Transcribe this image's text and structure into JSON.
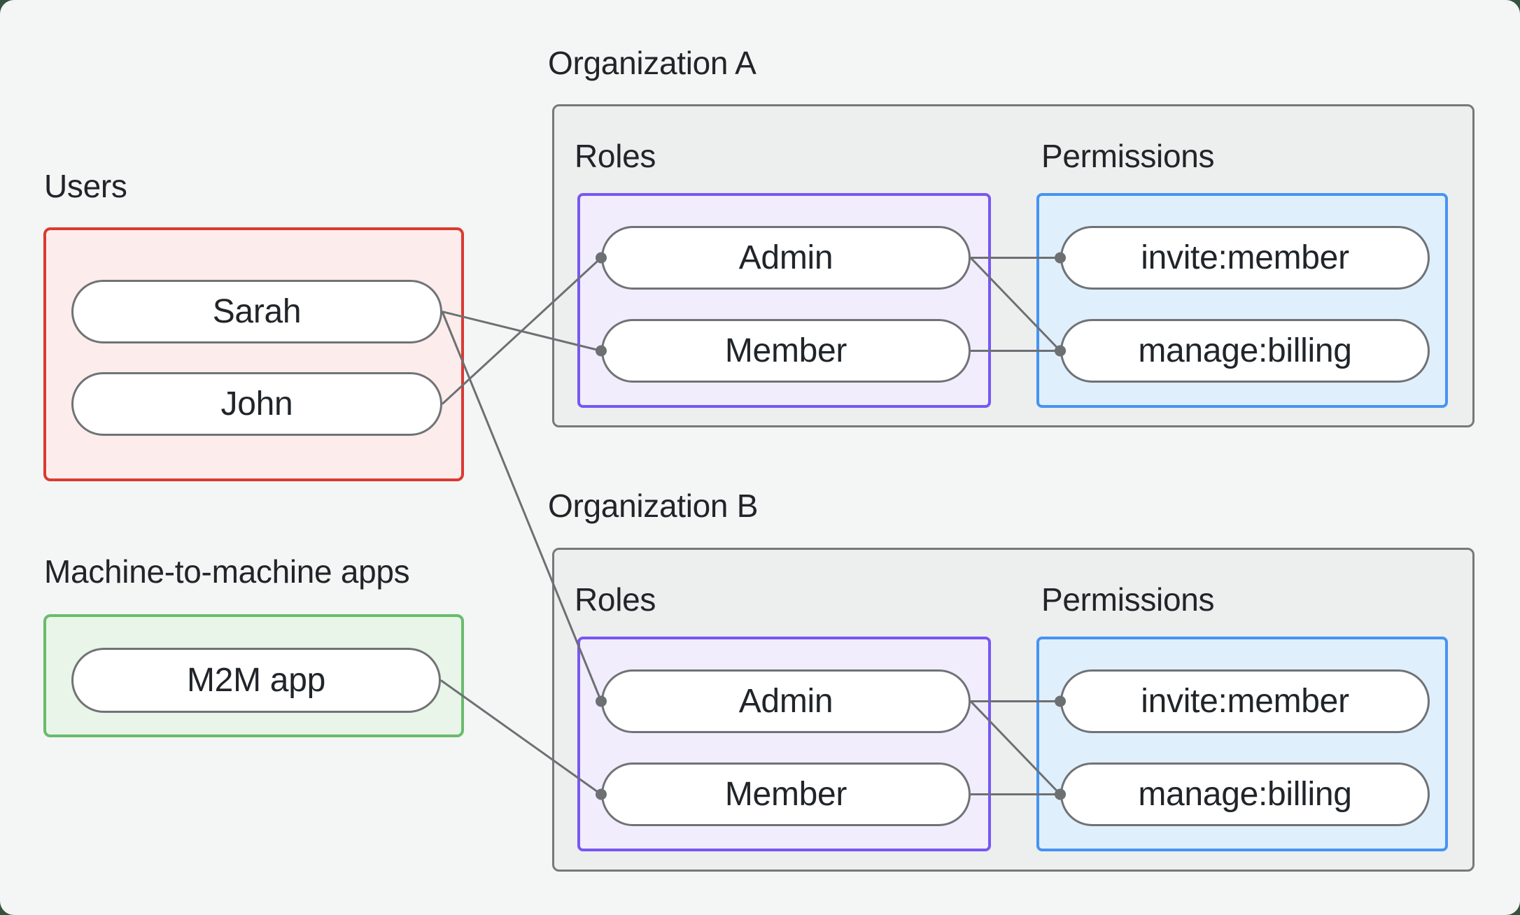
{
  "page": {
    "card_background": "#f4f6f5",
    "outer_background": "#35523f",
    "text_color": "#212529"
  },
  "diagram": {
    "users": {
      "label": "Users",
      "border_color": "#da3a31",
      "fill_color": "#fcecec",
      "items": [
        {
          "id": "user-sarah",
          "label": "Sarah"
        },
        {
          "id": "user-john",
          "label": "John"
        }
      ]
    },
    "m2m": {
      "label": "Machine-to-machine apps",
      "border_color": "#68bc6c",
      "fill_color": "#e9f5e9",
      "items": [
        {
          "id": "m2m-app",
          "label": "M2M app"
        }
      ]
    },
    "orgs": [
      {
        "name": "Organization A",
        "roles_label": "Roles",
        "permissions_label": "Permissions",
        "roles": [
          {
            "id": "orgA-role-admin",
            "label": "Admin"
          },
          {
            "id": "orgA-role-member",
            "label": "Member"
          }
        ],
        "permissions": [
          {
            "id": "orgA-perm-invite",
            "label": "invite:member"
          },
          {
            "id": "orgA-perm-manage",
            "label": "manage:billing"
          }
        ]
      },
      {
        "name": "Organization B",
        "roles_label": "Roles",
        "permissions_label": "Permissions",
        "roles": [
          {
            "id": "orgB-role-admin",
            "label": "Admin"
          },
          {
            "id": "orgB-role-member",
            "label": "Member"
          }
        ],
        "permissions": [
          {
            "id": "orgB-perm-invite",
            "label": "invite:member"
          },
          {
            "id": "orgB-perm-manage",
            "label": "manage:billing"
          }
        ]
      }
    ],
    "styles": {
      "org_border": "#76787b",
      "org_fill": "#ecefee",
      "roles_border": "#7757f3",
      "roles_fill": "#f2edfd",
      "permissions_border": "#4793f2",
      "permissions_fill": "#e0effc",
      "pill_border": "#6f7376",
      "pill_fill": "#ffffff",
      "connector_color": "#6c7073",
      "connector_width": 3,
      "connector_dot_radius": 8
    },
    "connections": [
      {
        "from": "user-sarah",
        "to": "orgA-role-member"
      },
      {
        "from": "user-john",
        "to": "orgA-role-admin"
      },
      {
        "from": "user-sarah",
        "to": "orgB-role-admin"
      },
      {
        "from": "m2m-app",
        "to": "orgB-role-member"
      },
      {
        "from": "orgA-role-admin",
        "to": "orgA-perm-invite"
      },
      {
        "from": "orgA-role-admin",
        "to": "orgA-perm-manage"
      },
      {
        "from": "orgA-role-member",
        "to": "orgA-perm-manage"
      },
      {
        "from": "orgB-role-admin",
        "to": "orgB-perm-invite"
      },
      {
        "from": "orgB-role-admin",
        "to": "orgB-perm-manage"
      },
      {
        "from": "orgB-role-member",
        "to": "orgB-perm-manage"
      }
    ]
  }
}
